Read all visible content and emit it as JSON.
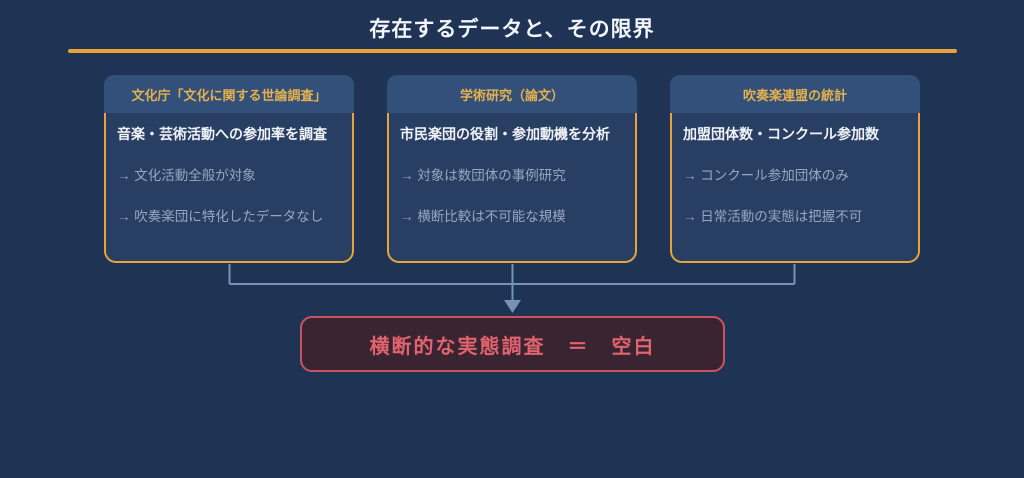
{
  "slide": {
    "title": "存在するデータと、その限界",
    "colors": {
      "background": "#1F3355",
      "accent_gold": "#E8A33D",
      "card_header_bg": "#32507A",
      "card_body_bg": "#283E62",
      "header_text_gold": "#E4B14E",
      "body_text_white": "#F0F3F8",
      "muted_text": "#97A7C0",
      "connector_blue": "#7692B6",
      "conclusion_text": "#E0636E",
      "conclusion_border": "#C9545E",
      "conclusion_bg": "#3B2431"
    }
  },
  "cards": [
    {
      "header": "文化庁「文化に関する世論調査」",
      "summary": "音楽・芸術活動への参加率を調査",
      "limitations": [
        "→ 文化活動全般が対象",
        "→ 吹奏楽団に特化したデータなし"
      ]
    },
    {
      "header": "学術研究（論文）",
      "summary": "市民楽団の役割・参加動機を分析",
      "limitations": [
        "→ 対象は数団体の事例研究",
        "→ 横断比較は不可能な規模"
      ]
    },
    {
      "header": "吹奏楽連盟の統計",
      "summary": "加盟団体数・コンクール参加数",
      "limitations": [
        "→ コンクール参加団体のみ",
        "→ 日常活動の実態は把握不可"
      ]
    }
  ],
  "conclusion": {
    "label": "横断的な実態調査　＝　空白"
  }
}
